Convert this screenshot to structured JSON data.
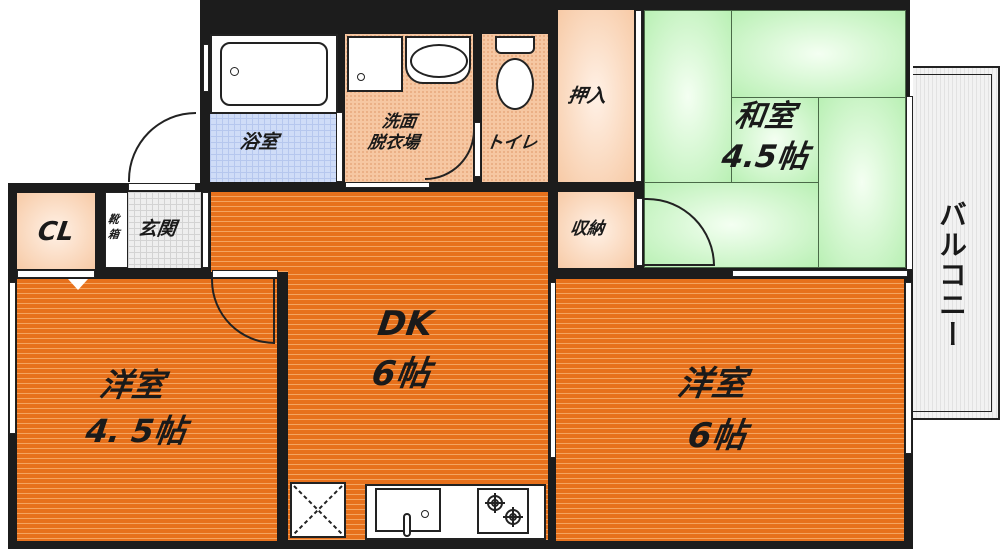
{
  "floor_plan": {
    "rooms": {
      "bathroom": {
        "label": "浴室"
      },
      "washroom": {
        "label_line1": "洗面",
        "label_line2": "脱衣場"
      },
      "toilet": {
        "label": "トイレ"
      },
      "closet_oshiire": {
        "label": "押入"
      },
      "japanese_room": {
        "label": "和室",
        "size": "4.5帖"
      },
      "closet_cl": {
        "label": "CL"
      },
      "shoe_box": {
        "label_line1": "靴",
        "label_line2": "箱"
      },
      "entrance": {
        "label": "玄関"
      },
      "storage": {
        "label": "収納"
      },
      "dining_kitchen": {
        "label": "DK",
        "size": "6帖"
      },
      "western_room_left": {
        "label": "洋室",
        "size": "4. 5帖"
      },
      "western_room_right": {
        "label": "洋室",
        "size": "6帖"
      },
      "balcony": {
        "label": "バルコニー"
      }
    },
    "colors": {
      "wall": "#1c1c1c",
      "flooring": "#e7711c",
      "tatami": "#b9f0b4",
      "bath": "#cfdcf7",
      "wet_area": "#f6c7a2",
      "entrance": "#eeeeee"
    }
  }
}
